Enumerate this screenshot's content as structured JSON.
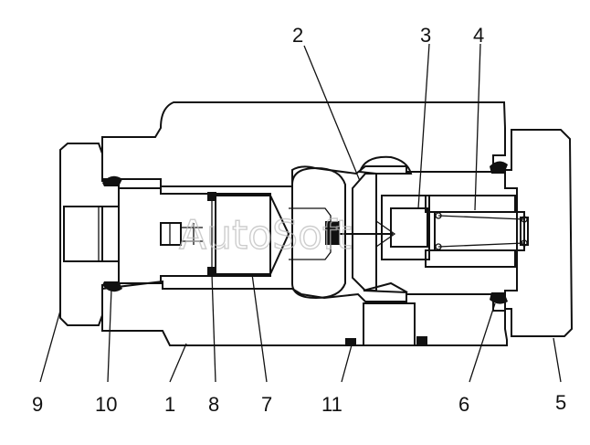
{
  "callouts": {
    "c1": "1",
    "c2": "2",
    "c3": "3",
    "c4": "4",
    "c5": "5",
    "c6": "6",
    "c7": "7",
    "c8": "8",
    "c9": "9",
    "c10": "10",
    "c11": "11"
  },
  "watermark": "AutoSoft",
  "colors": {
    "line": "#111111",
    "background": "#ffffff",
    "hatch": "#222222",
    "watermark": "#bdbdbd"
  }
}
